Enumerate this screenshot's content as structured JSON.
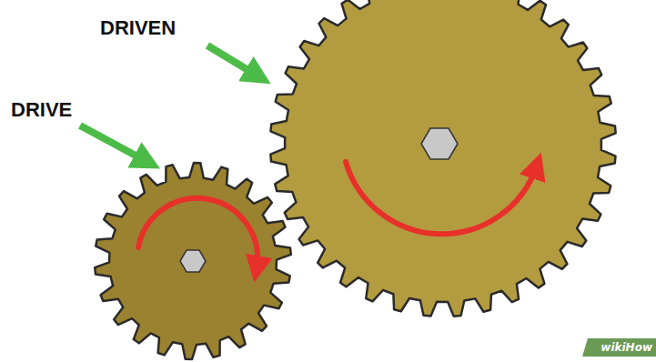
{
  "diagram": {
    "labels": [
      "DRIVEN",
      "DRIVE",
      "wikiHow"
    ]
  }
}
